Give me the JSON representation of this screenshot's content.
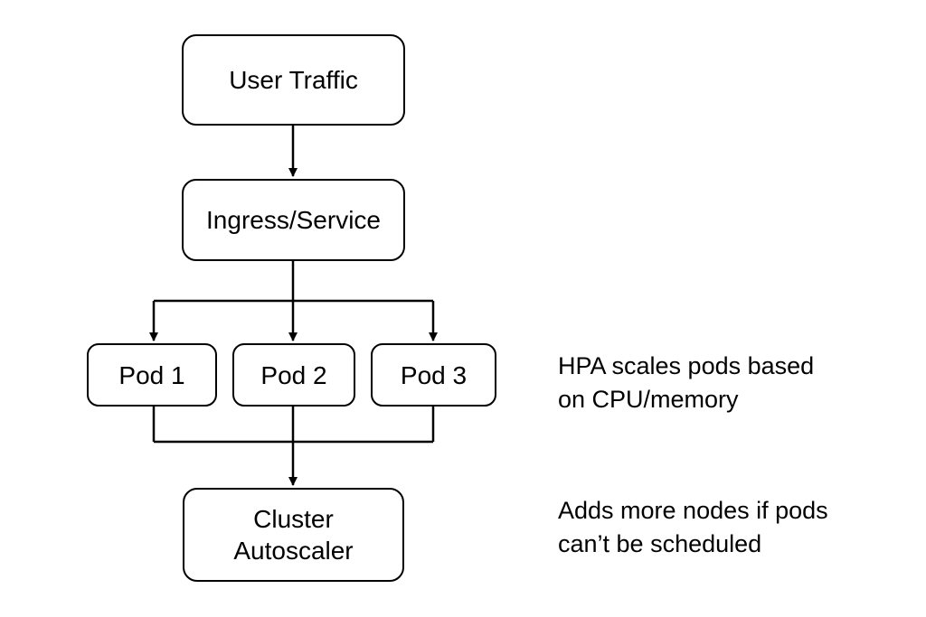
{
  "diagram": {
    "nodes": {
      "user_traffic": "User Traffic",
      "ingress_service": "Ingress/Service",
      "pod_1": "Pod 1",
      "pod_2": "Pod 2",
      "pod_3": "Pod 3",
      "cluster_autoscaler": "Cluster\nAutoscaler"
    },
    "notes": {
      "hpa": "HPA scales pods based\non CPU/memory",
      "autoscaler": "Adds more nodes if pods\ncan’t be scheduled"
    },
    "colors": {
      "stroke": "#000000",
      "background": "#ffffff"
    }
  }
}
